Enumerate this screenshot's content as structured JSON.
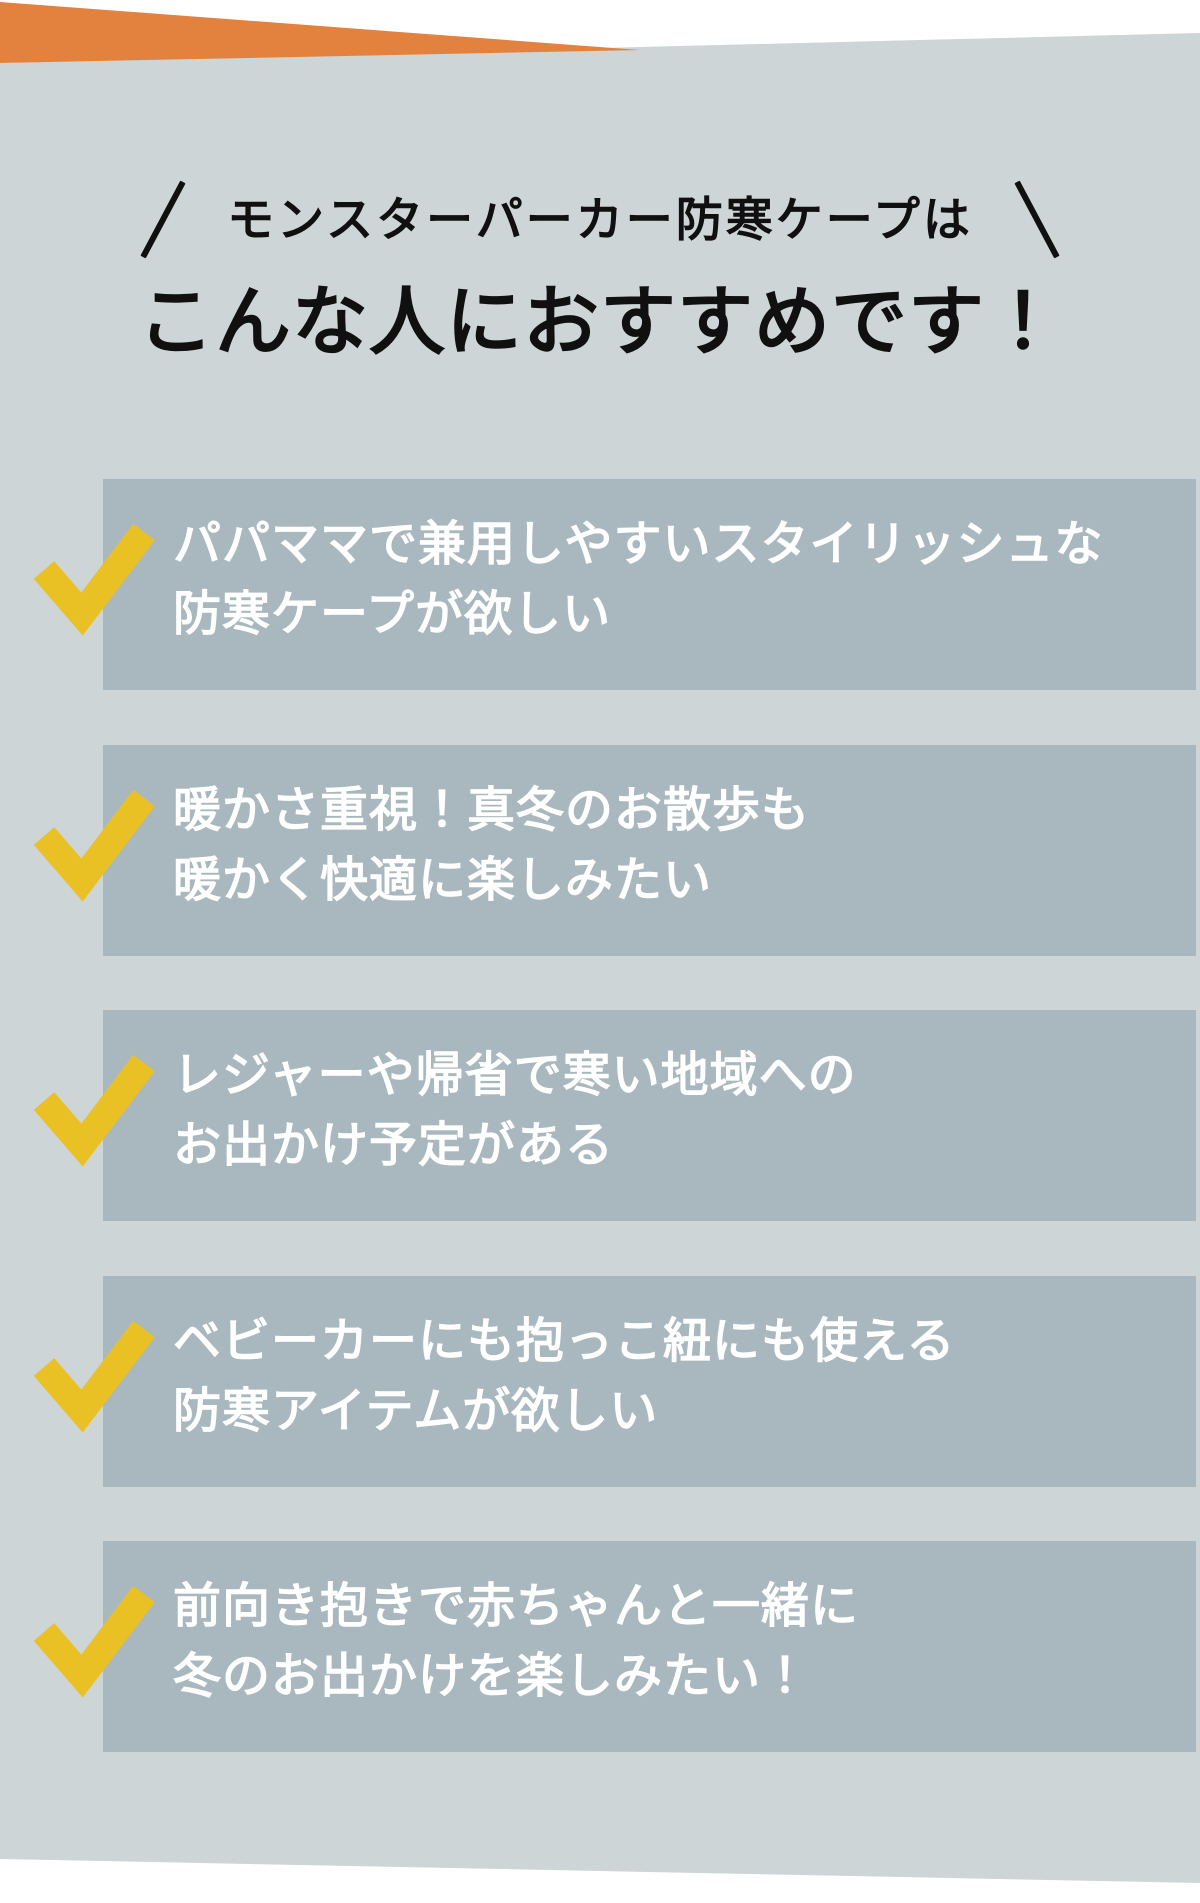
{
  "header": {
    "subtitle": "モンスターパーカー防寒ケープは",
    "title": "こんな人におすすめです！"
  },
  "checklist": {
    "items": [
      {
        "line1": "パパママで兼用しやすいスタイリッシュな",
        "line2": "防寒ケープが欲しい"
      },
      {
        "line1": "暖かさ重視！真冬のお散歩も",
        "line2": "暖かく快適に楽しみたい"
      },
      {
        "line1": "レジャーや帰省で寒い地域への",
        "line2": "お出かけ予定がある"
      },
      {
        "line1": "ベビーカーにも抱っこ紐にも使える",
        "line2": "防寒アイテムが欲しい"
      },
      {
        "line1": "前向き抱きで赤ちゃんと一緒に",
        "line2": "冬のお出かけを楽しみたい！"
      }
    ]
  },
  "icons": {
    "checklist_bullet": "✓"
  },
  "colors": {
    "accent_orange": "#E2823E",
    "panel_gray": "#CDD5D7",
    "band_gray": "#A9B8BE",
    "check_yellow": "#EAC125",
    "heading_text": "#101010",
    "band_text": "#FFFFFF",
    "page_bg": "#FFFFFF"
  }
}
